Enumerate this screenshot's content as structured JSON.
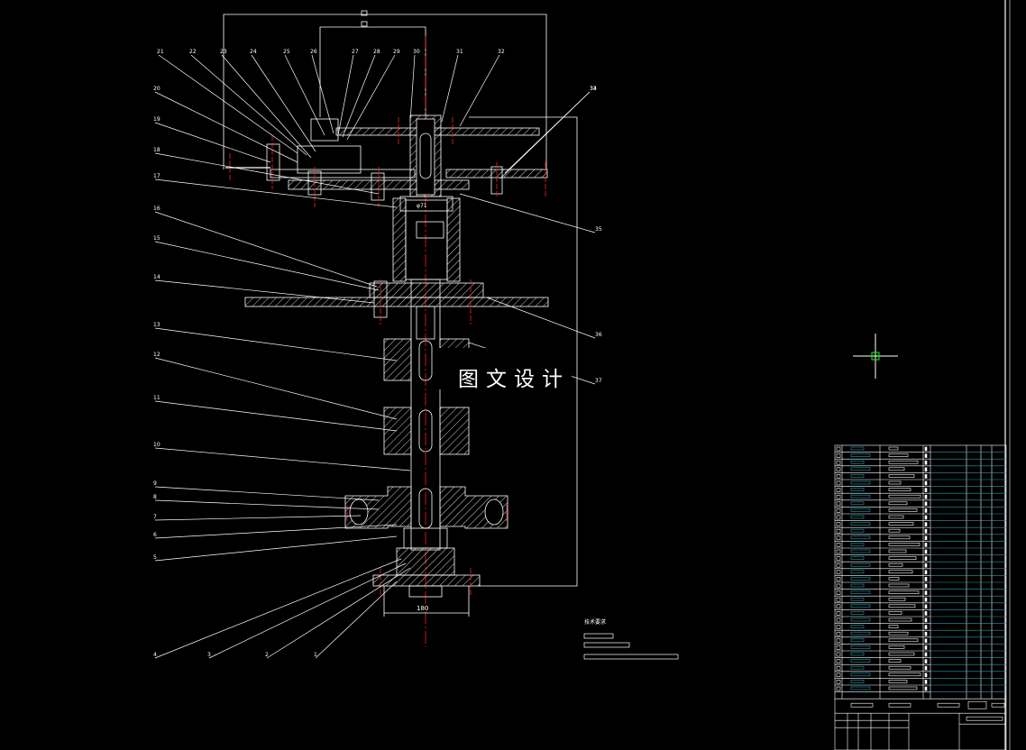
{
  "drawing": {
    "part_numbers_left": [
      "21",
      "22",
      "23",
      "24",
      "25",
      "26",
      "27",
      "28",
      "29",
      "30",
      "31",
      "32",
      "33",
      "20",
      "19",
      "18",
      "17",
      "16",
      "15",
      "14",
      "13",
      "12",
      "11",
      "10",
      "9",
      "8",
      "7",
      "6",
      "5",
      "4",
      "3",
      "2",
      "1"
    ],
    "part_numbers_right": [
      "34",
      "35",
      "36",
      "37"
    ],
    "dimension_bottom": "180",
    "shaft_note": "φ71",
    "tech_req_title": "技术要求",
    "watermark": "图文设计"
  },
  "colors": {
    "background": "#000000",
    "lines": "#ffffff",
    "centerline": "#ff2020",
    "hatch": "#ffffff",
    "table_fill": "#2a9bb0",
    "cursor": "#00ff00"
  }
}
